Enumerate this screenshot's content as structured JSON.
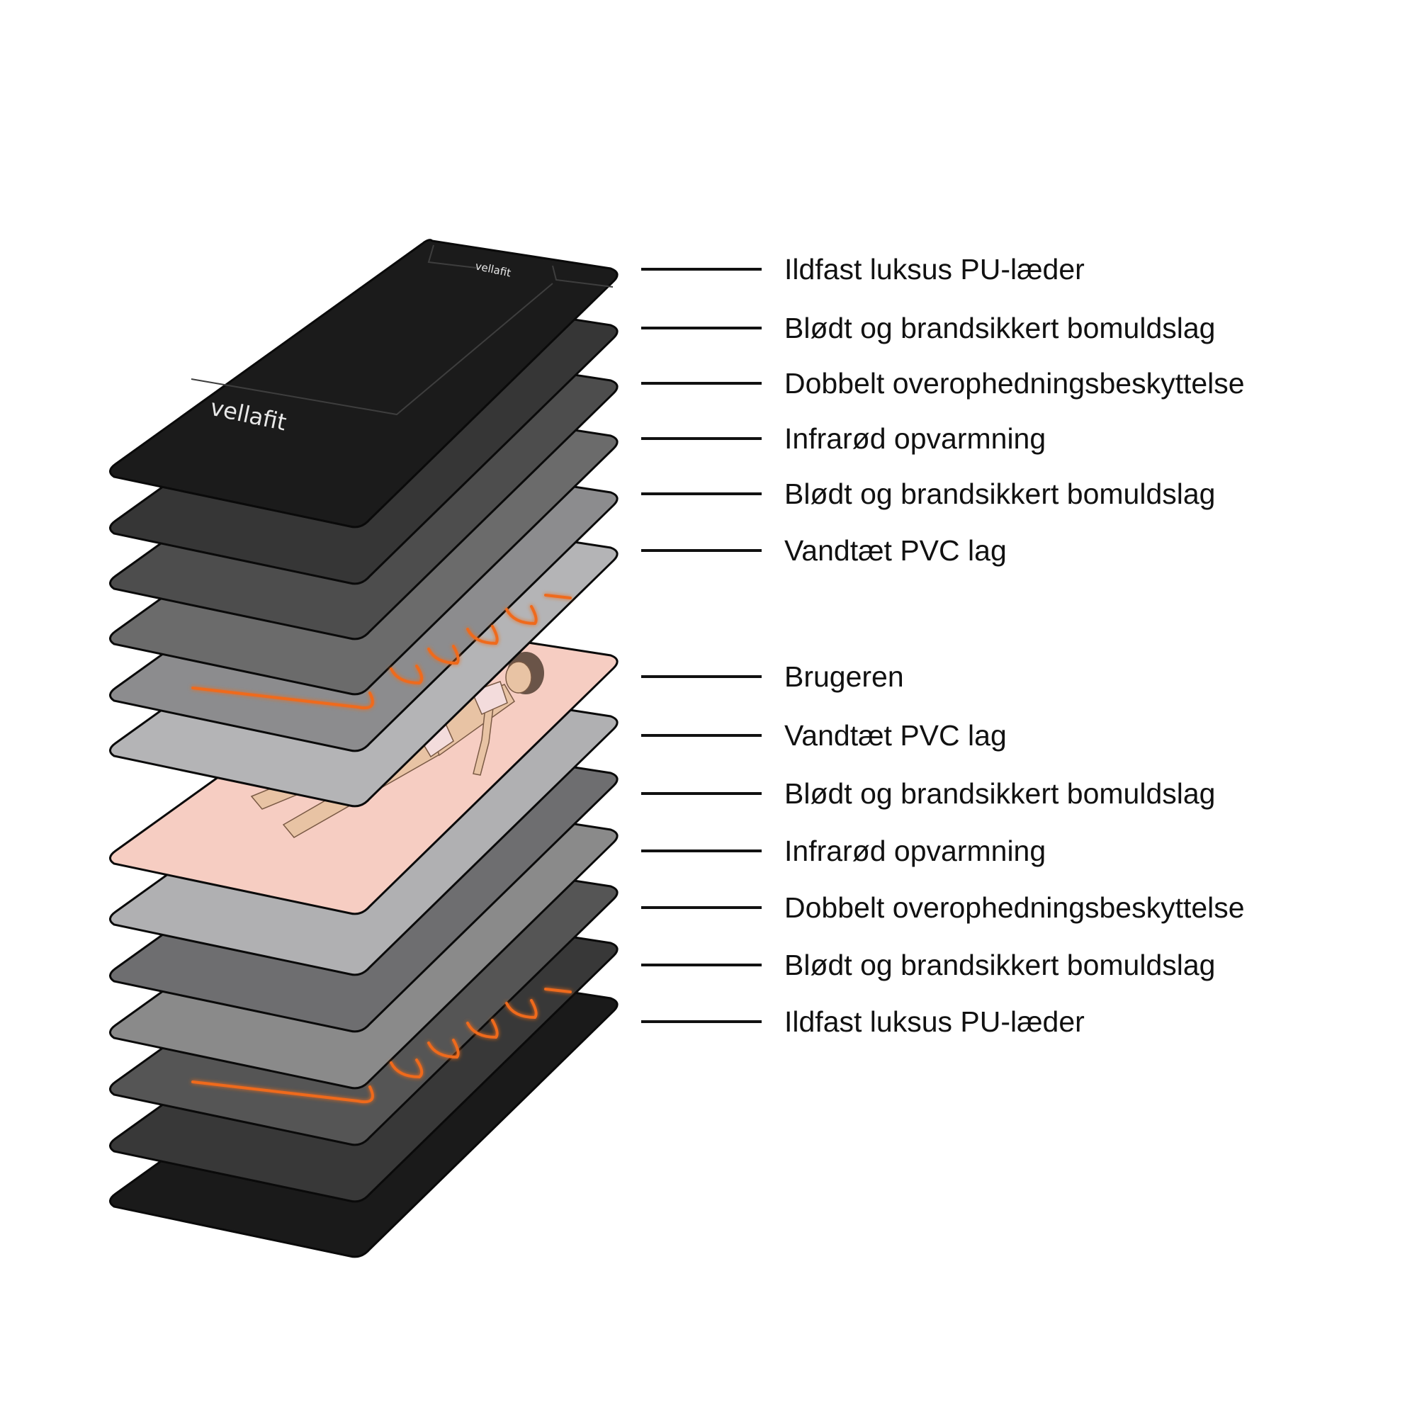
{
  "logo": {
    "text": "vellafit"
  },
  "layers": [
    {
      "id": "top-1",
      "label": "Ildfast luksus PU-læder",
      "color": "#1b1b1b",
      "group": "top"
    },
    {
      "id": "top-2",
      "label": "Blødt og brandsikkert bomuldslag",
      "color": "#363636",
      "group": "top"
    },
    {
      "id": "top-3",
      "label": "Dobbelt overophedningsbeskyttelse",
      "color": "#4d4d4d",
      "group": "top"
    },
    {
      "id": "top-4",
      "label": "Infrarød opvarmning",
      "color": "#6b6b6b",
      "group": "top",
      "heating": true
    },
    {
      "id": "top-5",
      "label": "Blødt og brandsikkert bomuldslag",
      "color": "#8c8c8e",
      "group": "top"
    },
    {
      "id": "top-6",
      "label": "Vandtæt PVC lag",
      "color": "#b4b4b6",
      "group": "top"
    },
    {
      "id": "user",
      "label": "Brugeren",
      "color": "#f6cdc2",
      "group": "user"
    },
    {
      "id": "bot-1",
      "label": "Vandtæt PVC lag",
      "color": "#b0b0b2",
      "group": "bottom"
    },
    {
      "id": "bot-2",
      "label": "Blødt og brandsikkert bomuldslag",
      "color": "#6e6e70",
      "group": "bottom"
    },
    {
      "id": "bot-3",
      "label": "Infrarød opvarmning",
      "color": "#8a8a8a",
      "group": "bottom",
      "heating": true
    },
    {
      "id": "bot-4",
      "label": "Dobbelt overophedningsbeskyttelse",
      "color": "#555555",
      "group": "bottom"
    },
    {
      "id": "bot-5",
      "label": "Blødt og brandsikkert bomuldslag",
      "color": "#383838",
      "group": "bottom"
    },
    {
      "id": "bot-6",
      "label": "Ildfast luksus PU-læder",
      "color": "#1a1a1a",
      "group": "bottom"
    }
  ],
  "colors": {
    "heating_wire": "#ef6a1a",
    "leader_line": "#111111",
    "plate_edge": "#0a0a0a"
  }
}
